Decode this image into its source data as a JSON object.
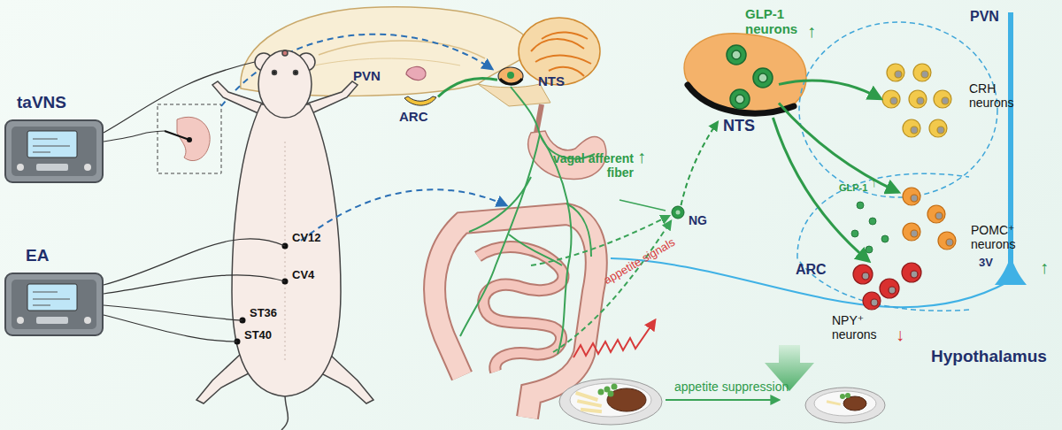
{
  "diagram": {
    "nodes": [
      {
        "text": [
          "taVNS"
        ]
      },
      {
        "text": [
          "EA"
        ]
      },
      {
        "text": [
          "PVN"
        ]
      },
      {
        "text": [
          "ARC"
        ]
      },
      {
        "text": [
          "NTS"
        ]
      },
      {
        "text": [
          "NG"
        ]
      },
      {
        "text": [
          "NTS"
        ]
      },
      {
        "text": [
          "GLP-1 neurons",
          "↑"
        ],
        "in": 6
      },
      {
        "text": [
          "PVN"
        ]
      },
      {
        "text": [
          "CRH neurons"
        ],
        "in": 8
      },
      {
        "text": [
          "ARC"
        ]
      },
      {
        "text": [
          "POMC⁺ neurons",
          "↑"
        ],
        "in": 10
      },
      {
        "text": [
          "NPY⁺ neurons",
          "↓"
        ],
        "in": 10
      }
    ],
    "edges": [
      {
        "from": 4,
        "to": 3,
        "arrow": "none"
      },
      {
        "from": 5,
        "to": 6,
        "arrow": "to"
      },
      {
        "from": 7,
        "to": 9,
        "arrow": "to"
      },
      {
        "from": 7,
        "to": 11,
        "arrow": "to"
      },
      {
        "from": 7,
        "to": 12,
        "arrow": "to"
      }
    ],
    "labels": [
      "CV12",
      "CV4",
      "ST36",
      "ST40",
      "vagal afferent fiber",
      "↑",
      "appetite signals",
      "GLP-1",
      "↑",
      "3V",
      "Hypothalamus",
      "appetite suppression"
    ]
  }
}
